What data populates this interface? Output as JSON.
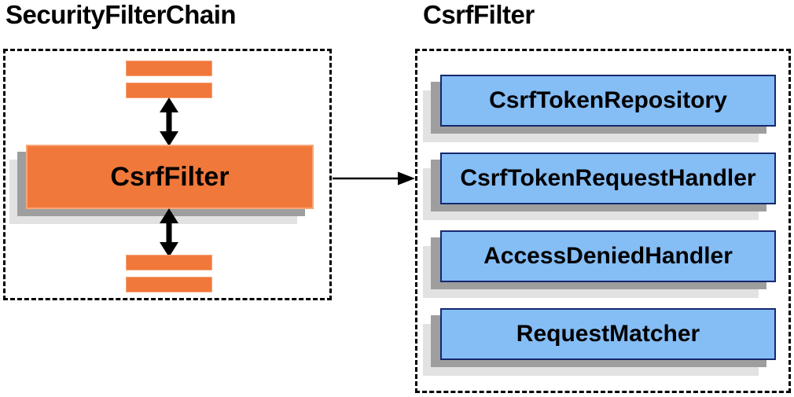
{
  "colors": {
    "orange_fill": "#F0783A",
    "orange_border": "#F8A678",
    "blue_fill": "#85BDF5",
    "blue_border": "#16286E",
    "shadow_dark": "#9E9E9E",
    "shadow_light": "#E2E2E2",
    "arrow_black": "#000000"
  },
  "left_panel": {
    "title": "SecurityFilterChain",
    "csrf_filter_label": "CsrfFilter"
  },
  "right_panel": {
    "title": "CsrfFilter",
    "components": [
      {
        "label": "CsrfTokenRepository"
      },
      {
        "label": "CsrfTokenRequestHandler"
      },
      {
        "label": "AccessDeniedHandler"
      },
      {
        "label": "RequestMatcher"
      }
    ]
  },
  "icons": {
    "bidirectional_arrow": "↕",
    "flow_arrow": "→"
  }
}
